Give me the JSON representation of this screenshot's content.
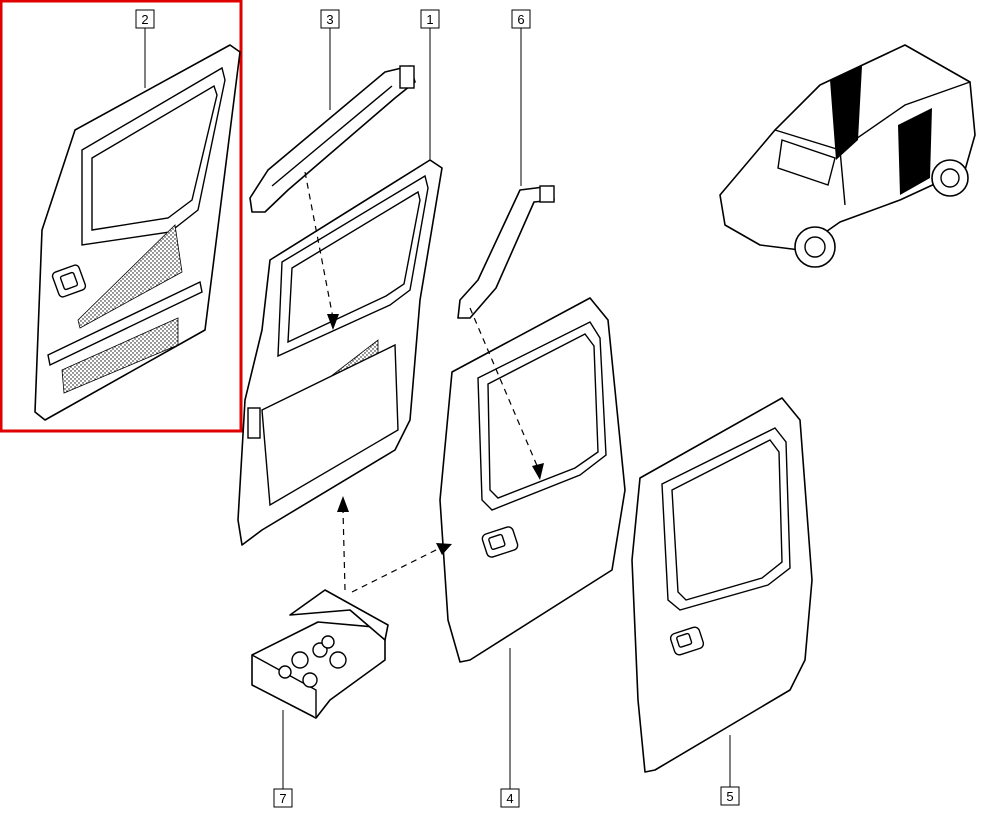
{
  "callouts": [
    {
      "id": "callout-1",
      "label": "1"
    },
    {
      "id": "callout-2",
      "label": "2"
    },
    {
      "id": "callout-3",
      "label": "3"
    },
    {
      "id": "callout-4",
      "label": "4"
    },
    {
      "id": "callout-5",
      "label": "5"
    },
    {
      "id": "callout-6",
      "label": "6"
    },
    {
      "id": "callout-7",
      "label": "7"
    }
  ],
  "highlight": {
    "color": "#e00000",
    "target_callout": "2"
  },
  "colors": {
    "line": "#000000",
    "background": "#ffffff"
  }
}
